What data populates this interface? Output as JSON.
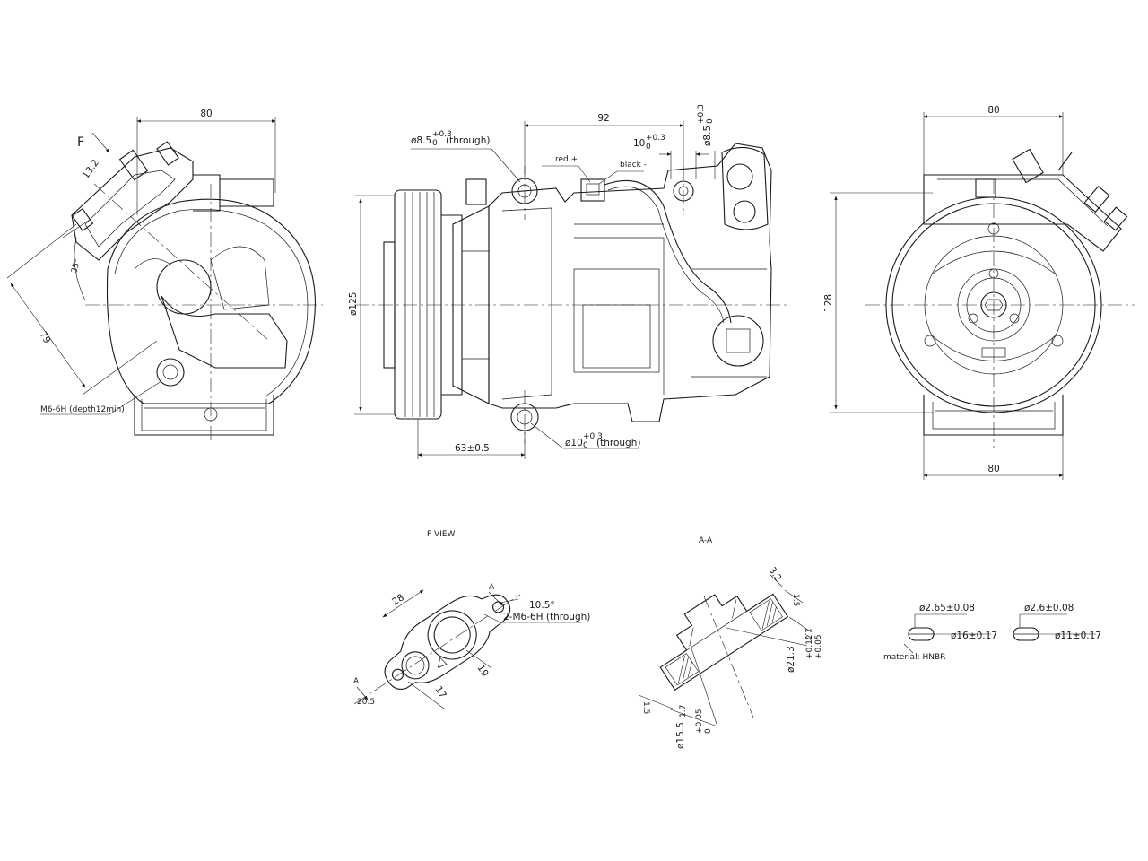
{
  "drawing": {
    "left_view": {
      "dim_width": "80",
      "dim_13_2": "13.2",
      "dim_35": "35°",
      "dim_79": "79",
      "view_arrow": "F",
      "thread_note": "M6-6H (depth12min)"
    },
    "front_view": {
      "dim_92": "92",
      "hole_top": "ø8.5",
      "hole_top_tol": "+0.3",
      "hole_top_tol_low": "0",
      "hole_top_note": "(through)",
      "dim_10": "10",
      "dim_10_tol": "+0.3",
      "dim_10_tol_low": "0",
      "dim_8_5_vert": "ø8.5",
      "dim_8_5_vert_tol": "+0.3",
      "dim_8_5_vert_tol_low": "0",
      "wire_red": "red +",
      "wire_black": "black -",
      "dim_125": "ø125",
      "dim_63": "63±0.5",
      "hole_bottom": "ø10",
      "hole_bottom_tol": "+0.3",
      "hole_bottom_tol_low": "0",
      "hole_bottom_note": "(through)"
    },
    "right_view": {
      "dim_top": "80",
      "dim_bottom": "80",
      "dim_128": "128"
    },
    "f_view": {
      "title": "F VIEW",
      "dim_28": "28",
      "label_a_top": "A",
      "label_a_bottom": "A",
      "angle": "10.5°",
      "thread": "2-M6-6H (through)",
      "dim_19": "19",
      "dim_17": "17",
      "dim_20_5": "20.5"
    },
    "section_aa": {
      "title": "A-A",
      "dim_3_2": "3.2",
      "dim_1_5_top": "1.5",
      "dim_1_7_right": "1.7",
      "dim_21_3": "ø21.3",
      "dim_21_3_tol": "+0.12",
      "dim_21_3_tol_low": "+0.05",
      "dim_1_5_left": "1.5",
      "dim_1_7_bottom": "1.7",
      "dim_15_5": "ø15.5",
      "dim_15_5_tol": "+0.05",
      "dim_15_5_tol_low": "0"
    },
    "orings": {
      "ring1_section": "ø2.65±0.08",
      "ring1_inner": "ø16±0.17",
      "ring2_section": "ø2.6±0.08",
      "ring2_inner": "ø11±0.17",
      "material": "material: HNBR"
    }
  }
}
